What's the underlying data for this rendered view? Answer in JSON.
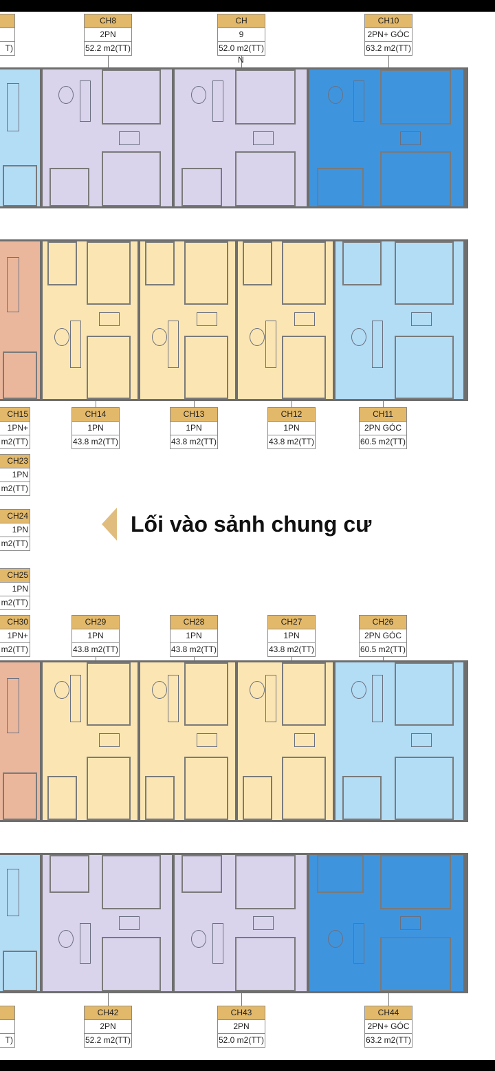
{
  "colors": {
    "lavender": "#d9d3ec",
    "dark_blue": "#3f94de",
    "light_blue": "#b3dcf5",
    "yellow": "#fbe6b3",
    "salmon": "#eab79c",
    "label_header": "#e2b86a",
    "entrance_arrow": "#e0bd7e"
  },
  "entrance": {
    "text": "Lối vào sảnh chung cư",
    "icon": "arrow-left-triangle"
  },
  "labels": [
    {
      "id": "CH7-partial",
      "code": "",
      "type": "",
      "area": "T)"
    },
    {
      "id": "CH8",
      "code": "CH8",
      "type": "2PN",
      "area": "52.2 m2(TT)"
    },
    {
      "id": "CH9",
      "code": "CH",
      "type": "9",
      "area": "52.0 m2(TT)",
      "extra": "N"
    },
    {
      "id": "CH10",
      "code": "CH10",
      "type": "2PN+ GÓC",
      "area": "63.2 m2(TT)"
    },
    {
      "id": "CH15",
      "code": "CH15",
      "type": "1PN+",
      "area": "m2(TT)"
    },
    {
      "id": "CH14",
      "code": "CH14",
      "type": "1PN",
      "area": "43.8 m2(TT)"
    },
    {
      "id": "CH13",
      "code": "CH13",
      "type": "1PN",
      "area": "43.8 m2(TT)"
    },
    {
      "id": "CH12",
      "code": "CH12",
      "type": "1PN",
      "area": "43.8 m2(TT)"
    },
    {
      "id": "CH11",
      "code": "CH11",
      "type": "2PN GÓC",
      "area": "60.5 m2(TT)"
    },
    {
      "id": "CH23",
      "code": "CH23",
      "type": "1PN",
      "area": "m2(TT)"
    },
    {
      "id": "CH24",
      "code": "CH24",
      "type": "1PN",
      "area": "m2(TT)"
    },
    {
      "id": "CH25",
      "code": "CH25",
      "type": "1PN",
      "area": "m2(TT)"
    },
    {
      "id": "CH30",
      "code": "CH30",
      "type": "1PN+",
      "area": "m2(TT)"
    },
    {
      "id": "CH29",
      "code": "CH29",
      "type": "1PN",
      "area": "43.8 m2(TT)"
    },
    {
      "id": "CH28",
      "code": "CH28",
      "type": "1PN",
      "area": "43.8 m2(TT)"
    },
    {
      "id": "CH27",
      "code": "CH27",
      "type": "1PN",
      "area": "43.8 m2(TT)"
    },
    {
      "id": "CH26",
      "code": "CH26",
      "type": "2PN GÓC",
      "area": "60.5 m2(TT)"
    },
    {
      "id": "CH41-partial",
      "code": "",
      "type": "",
      "area": "T)"
    },
    {
      "id": "CH42",
      "code": "CH42",
      "type": "2PN",
      "area": "52.2 m2(TT)"
    },
    {
      "id": "CH43",
      "code": "CH43",
      "type": "2PN",
      "area": "52.0 m2(TT)"
    },
    {
      "id": "CH44",
      "code": "CH44",
      "type": "2PN+ GÓC",
      "area": "63.2 m2(TT)"
    }
  ]
}
